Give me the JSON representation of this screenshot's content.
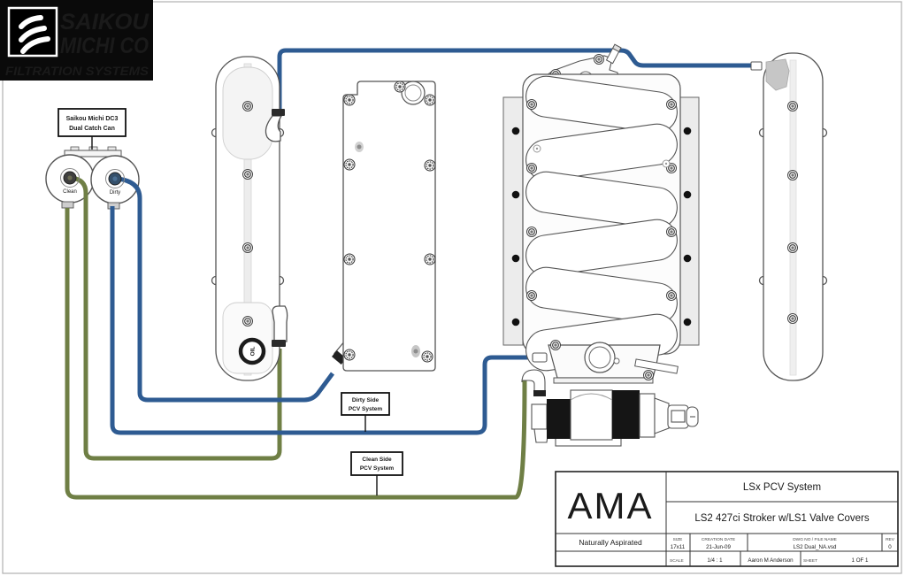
{
  "logo": {
    "line1": "SAIKOU",
    "line2": "MICHI CO",
    "tagline": "FILTRATION SYSTEMS",
    "icon": "three-swoosh-mark"
  },
  "catch_can": {
    "label_line1": "Saikou Michi DC3",
    "label_line2": "Dual Catch Can",
    "clean_label": "Clean",
    "dirty_label": "Dirty",
    "oil_cap": "OIL"
  },
  "callouts": {
    "dirty_line1": "Dirty Side",
    "dirty_line2": "PCV System",
    "clean_line1": "Clean Side",
    "clean_line2": "PCV System"
  },
  "title_block": {
    "company": "AMA",
    "subtitle": "Naturally Aspirated",
    "title": "LSx PCV System",
    "description": "LS2 427ci Stroker w/LS1 Valve Covers",
    "size_label": "SIZE",
    "size_value": "17x11",
    "date_label": "CREATION DATE",
    "date_value": "21-Jun-09",
    "dwg_label": "DWG NO / FILE NAME",
    "dwg_value": "LS2 Dual_NA.vsd",
    "rev_label": "REV",
    "rev_value": "0",
    "scale_label": "SCALE",
    "scale_value": "1/4 : 1",
    "author": "Aaron M Anderson",
    "sheet_label": "SHEET",
    "sheet_value": "1 OF 1"
  },
  "colors": {
    "dirty_hose": "#2e5b92",
    "clean_hose": "#6f7f45"
  }
}
